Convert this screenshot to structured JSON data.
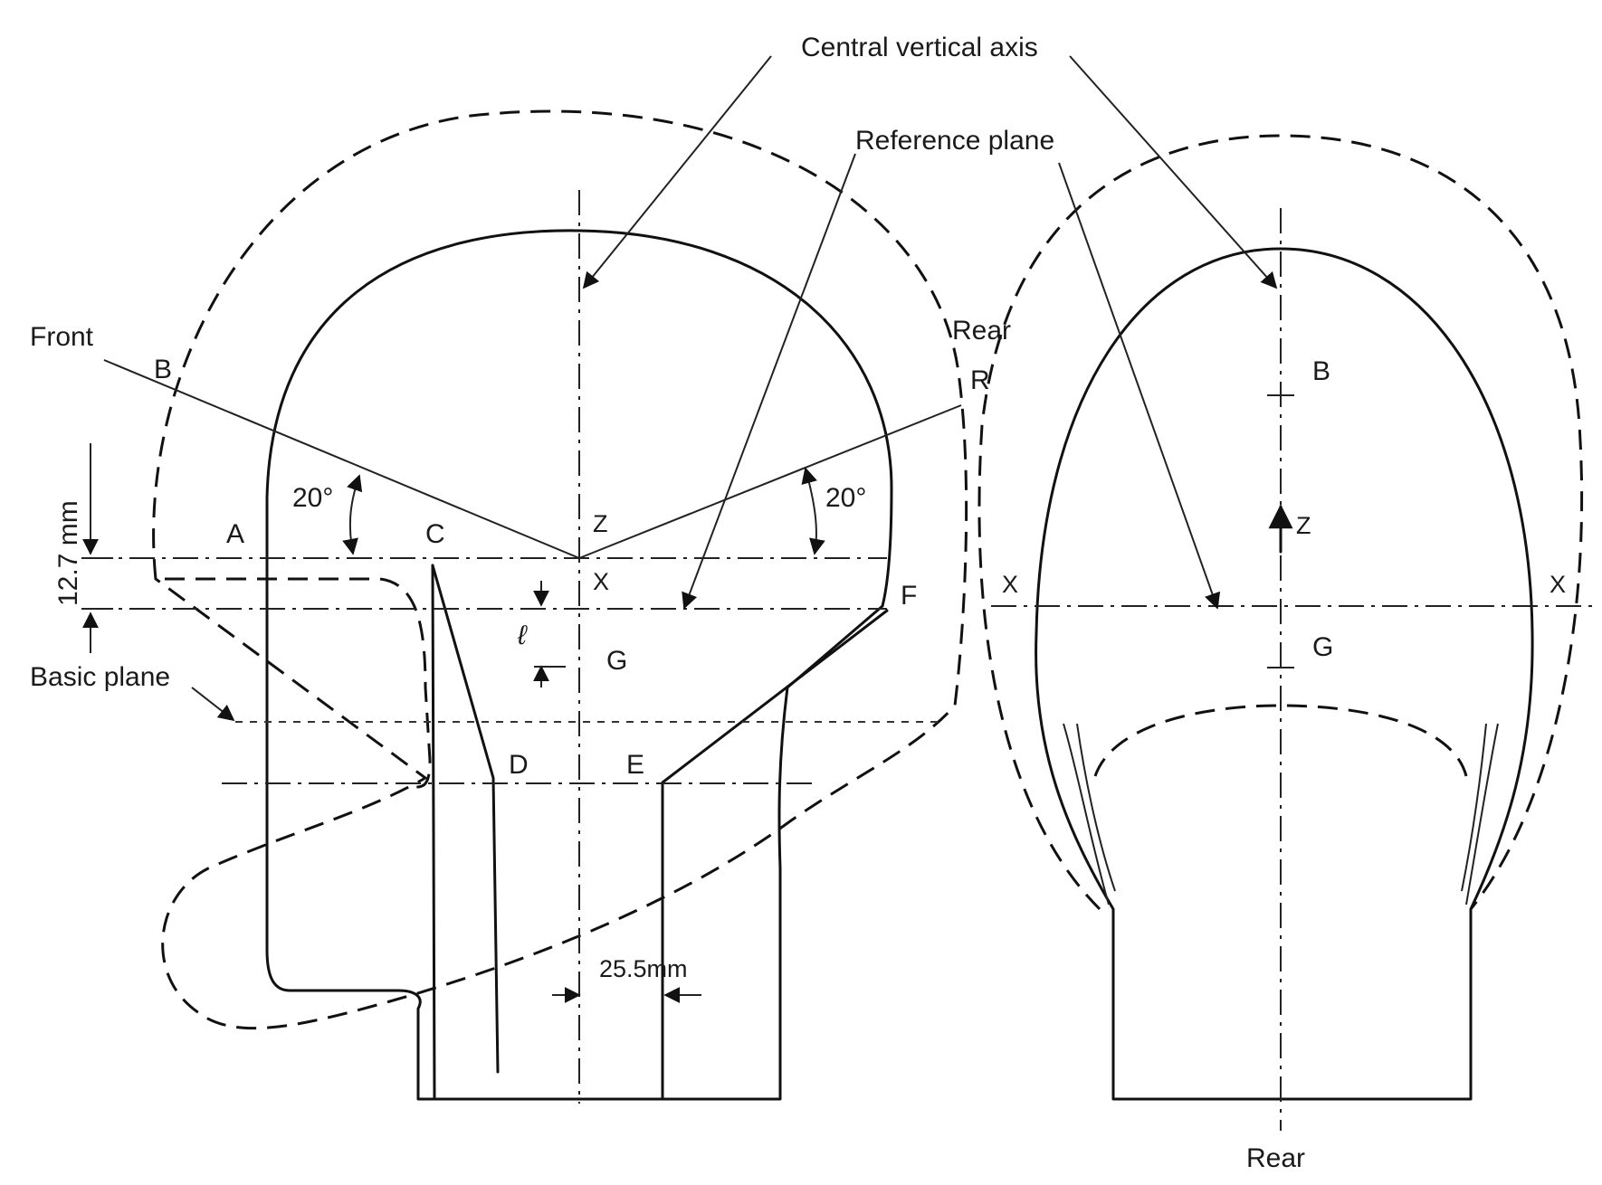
{
  "labels": {
    "central_vertical_axis": "Central vertical axis",
    "reference_plane": "Reference plane",
    "front": "Front",
    "rear_side": "Rear",
    "rear_bottom": "Rear",
    "basic_plane": "Basic plane",
    "dim_12_7": "12.7 mm",
    "dim_25_5": "25.5mm",
    "angle_left": "20°",
    "angle_right": "20°",
    "point_A": "A",
    "point_B": "B",
    "point_C": "C",
    "point_D": "D",
    "point_E": "E",
    "point_F": "F",
    "point_G": "G",
    "point_R": "R",
    "point_Z": "Z",
    "point_X": "X",
    "dim_l": "ℓ",
    "rv_B": "B",
    "rv_G": "G",
    "rv_Z": "Z",
    "rv_X_left": "X",
    "rv_X_right": "X"
  }
}
